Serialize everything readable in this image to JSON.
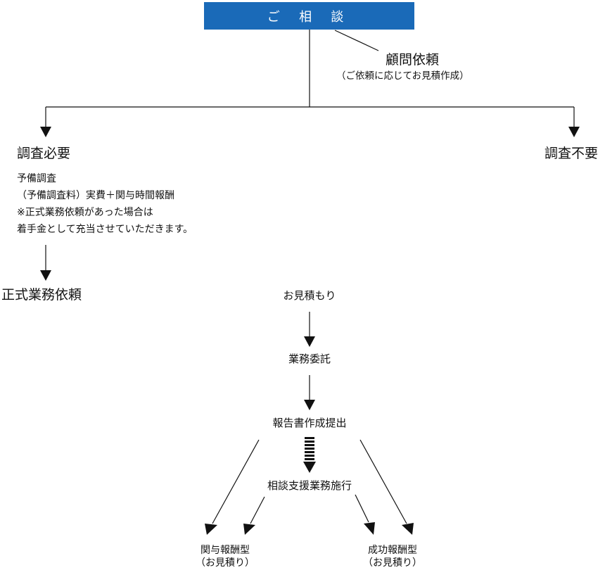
{
  "title": "ご 相 談",
  "advisory": {
    "label": "顧問依頼",
    "note": "（ご依頼に応じてお見積作成）"
  },
  "left_branch": {
    "label": "調査必要",
    "notes": [
      "予備調査",
      "（予備調査料）実費＋関与時間報酬",
      "※正式業務依頼があった場合は",
      "着手金として充当させていただきます。"
    ],
    "next": "正式業務依頼"
  },
  "right_branch": {
    "label": "調査不要"
  },
  "flow": {
    "estimate": "お見積もり",
    "commission": "業務委託",
    "report": "報告書作成提出",
    "support": "相談支援業務施行"
  },
  "fee_types": [
    {
      "label": "関与報酬型",
      "note": "（お見積り）"
    },
    {
      "label": "成功報酬型",
      "note": "（お見積り）"
    }
  ],
  "colors": {
    "title_bg": "#1a6ab8",
    "title_text": "#ffffff",
    "lines": "#111111"
  }
}
